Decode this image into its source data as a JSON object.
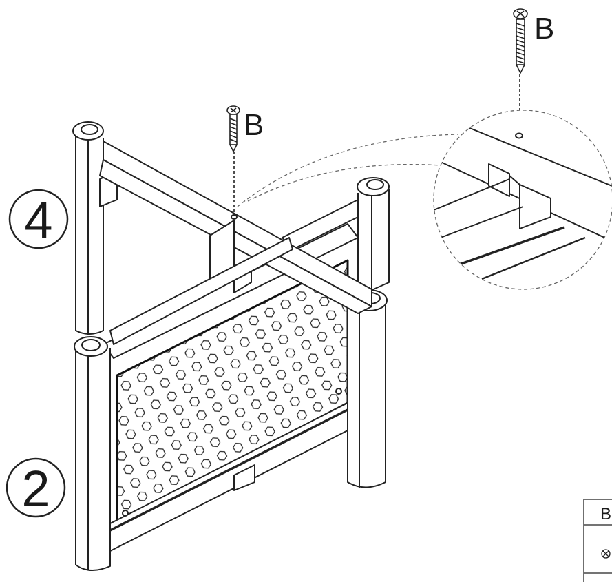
{
  "parts": {
    "upper_frame_number": "4",
    "lower_frame_number": "2"
  },
  "screws": {
    "callout_top_label": "B",
    "callout_mid_label": "B"
  },
  "hardware_table": {
    "header": "B"
  }
}
